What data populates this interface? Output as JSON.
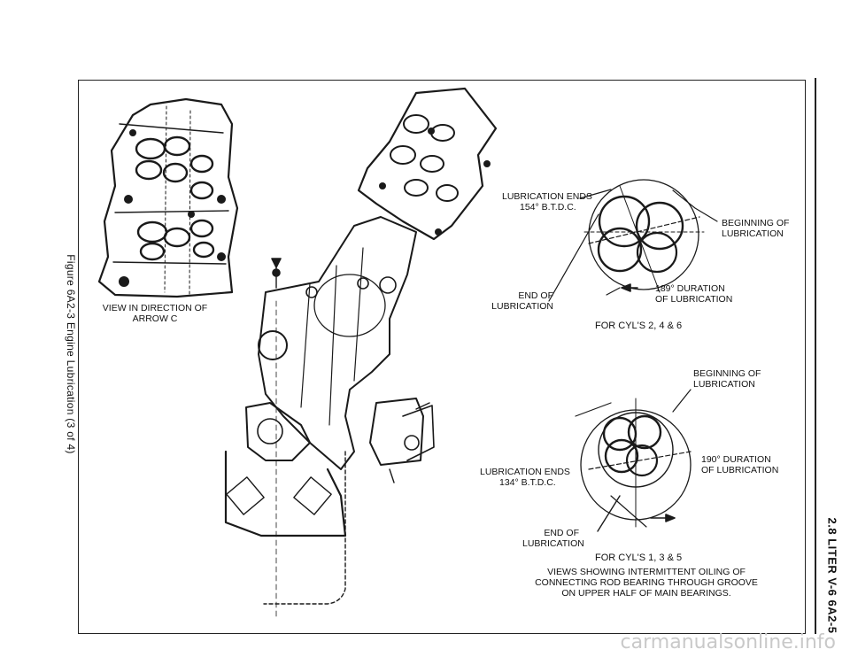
{
  "page": {
    "side_title": "Figure 6A2-3 Engine Lubrication (3 of 4)",
    "page_header": "2.8 LITER V-6 6A2-5",
    "watermark": "carmanualsonline.info"
  },
  "head_view": {
    "line1": "VIEW IN DIRECTION OF",
    "line2": "ARROW C"
  },
  "top_diagram": {
    "ends_line1": "LUBRICATION ENDS",
    "ends_line2": "154° B.T.D.C.",
    "beginning_line1": "BEGINNING OF",
    "beginning_line2": "LUBRICATION",
    "end_line1": "END OF",
    "end_line2": "LUBRICATION",
    "duration_line1": "189° DURATION",
    "duration_line2": "OF LUBRICATION",
    "caption": "FOR CYL'S 2, 4 & 6"
  },
  "bottom_diagram": {
    "beginning_line1": "BEGINNING OF",
    "beginning_line2": "LUBRICATION",
    "ends_line1": "LUBRICATION ENDS",
    "ends_line2": "134° B.T.D.C.",
    "duration_line1": "190° DURATION",
    "duration_line2": "OF LUBRICATION",
    "end_line1": "END OF",
    "end_line2": "LUBRICATION",
    "caption": "FOR CYL'S 1, 3 & 5"
  },
  "footnote": {
    "line1": "VIEWS SHOWING INTERMITTENT OILING OF",
    "line2": "CONNECTING ROD BEARING THROUGH GROOVE",
    "line3": "ON UPPER HALF OF MAIN BEARINGS."
  }
}
